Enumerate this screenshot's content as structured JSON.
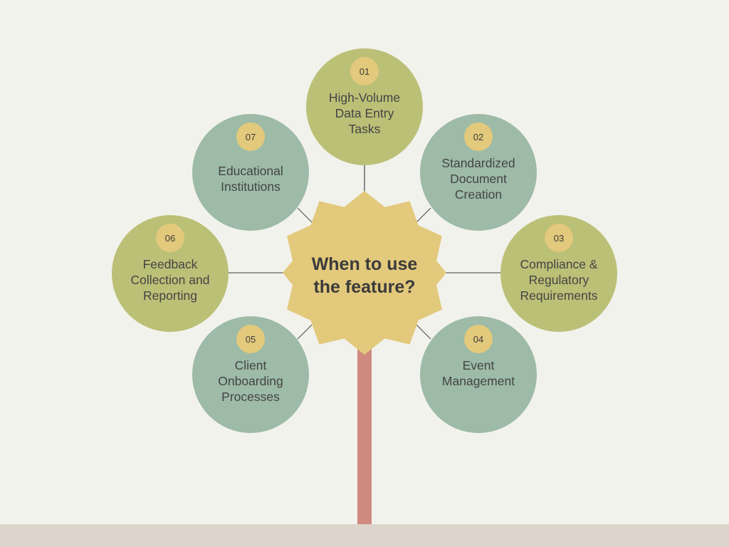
{
  "center": {
    "title": "When to use\nthe feature?",
    "shape": "starburst",
    "color": "#e3c97c"
  },
  "colors": {
    "background": "#f2f2ec",
    "ground": "#ddd4cb",
    "stem": "#cf8b80",
    "olive": "#bbc077",
    "sage": "#9dbba6",
    "badge": "#e3c97c",
    "text": "#444444",
    "connector": "#555555"
  },
  "nodes": [
    {
      "number": "01",
      "label": "High-Volume\nData Entry\nTasks",
      "color": "olive"
    },
    {
      "number": "02",
      "label": "Standardized\nDocument\nCreation",
      "color": "sage"
    },
    {
      "number": "03",
      "label": "Compliance &\nRegulatory\nRequirements",
      "color": "olive"
    },
    {
      "number": "04",
      "label": "Event\nManagement",
      "color": "sage"
    },
    {
      "number": "05",
      "label": "Client\nOnboarding\nProcesses",
      "color": "sage"
    },
    {
      "number": "06",
      "label": "Feedback\nCollection and\nReporting",
      "color": "olive"
    },
    {
      "number": "07",
      "label": "Educational\nInstitutions",
      "color": "sage"
    }
  ]
}
